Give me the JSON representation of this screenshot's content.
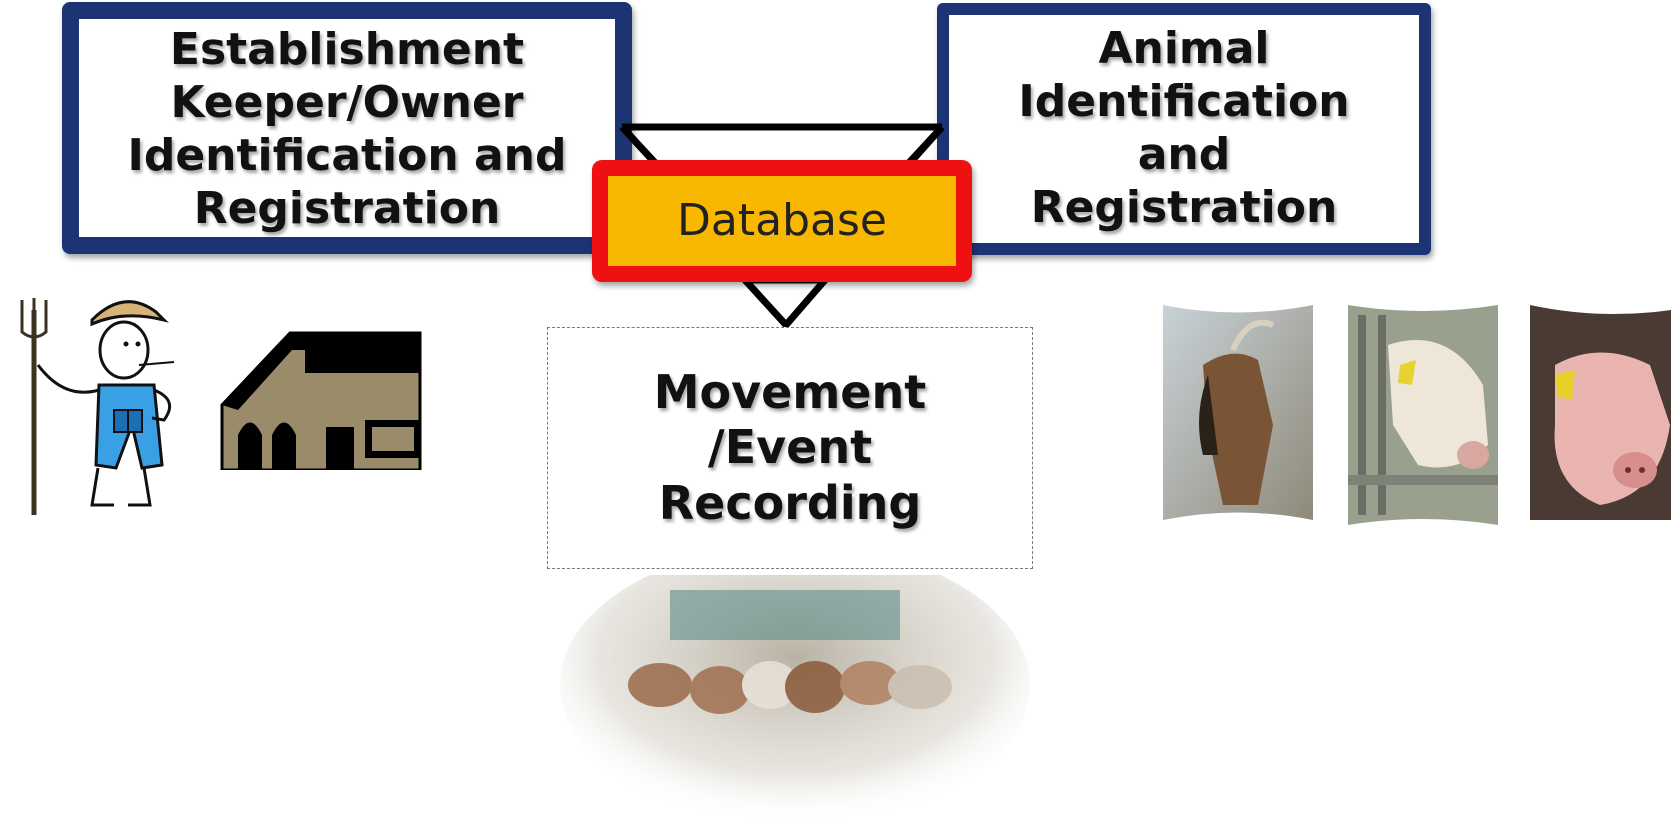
{
  "establishment_box": {
    "lines": [
      "Establishment",
      "Keeper/Owner",
      "Identification and",
      "Registration"
    ],
    "border_color": "#1d3474"
  },
  "animal_box": {
    "lines": [
      "Animal",
      "Identification",
      "and",
      "Registration"
    ],
    "border_color": "#1d3474"
  },
  "database_box": {
    "label": "Database",
    "fill_color": "#f8b800",
    "border_color": "#ee1111"
  },
  "movement_box": {
    "lines": [
      "Movement",
      "/Event",
      "Recording"
    ]
  },
  "illustrations": {
    "farmer": "farmer-illustration",
    "barn": "barn-icon",
    "goat": "goat-photo",
    "cow": "cow-photo",
    "pig": "pig-photo",
    "herd": "cattle-herd-photo"
  }
}
